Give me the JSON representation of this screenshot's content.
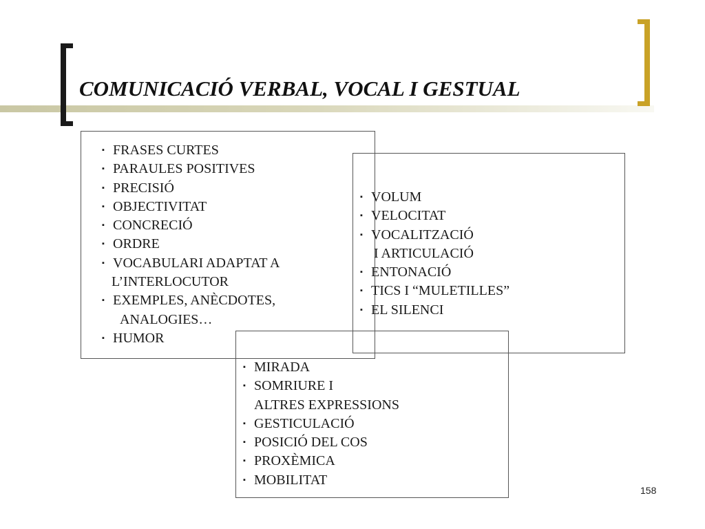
{
  "slide": {
    "title": "COMUNICACIÓ VERBAL, VOCAL I GESTUAL",
    "page_number": "158",
    "accent_color": "#c9a227",
    "bracket_color": "#1a1a1a",
    "bullet_glyph": "▪"
  },
  "verbal": {
    "items": [
      "FRASES CURTES",
      "PARAULES POSITIVES",
      "PRECISIÓ",
      "OBJECTIVITAT",
      "CONCRECIÓ",
      "ORDRE",
      "VOCABULARI ADAPTAT A",
      "L’INTERLOCUTOR",
      "EXEMPLES, ANÈCDOTES,",
      "ANALOGIES…",
      "HUMOR"
    ]
  },
  "vocal": {
    "items": [
      "VOLUM",
      "VELOCITAT",
      "VOCALITZACIÓ",
      "I ARTICULACIÓ",
      "ENTONACIÓ",
      "TICS I “MULETILLES”",
      "EL SILENCI"
    ]
  },
  "gestual": {
    "items": [
      "MIRADA",
      "SOMRIURE I",
      "ALTRES EXPRESSIONS",
      "GESTICULACIÓ",
      "POSICIÓ DEL COS",
      "PROXÈMICA",
      "MOBILITAT"
    ]
  }
}
